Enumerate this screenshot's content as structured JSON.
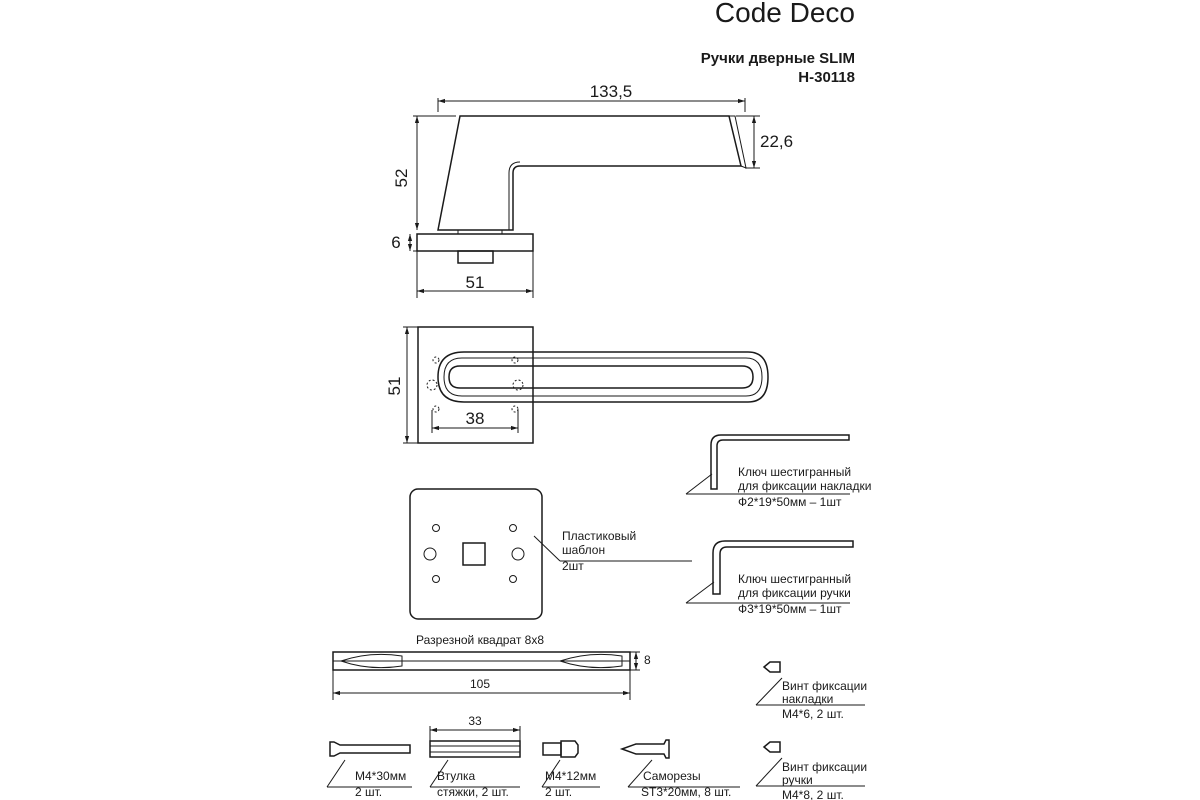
{
  "brand": "Code Deco",
  "title_line1": "Ручки дверные SLIM",
  "title_line2": "H-30118",
  "side_view": {
    "length": "133,5",
    "height": "52",
    "tip_height": "22,6",
    "rosette_thickness": "6",
    "rosette_width": "51"
  },
  "top_view": {
    "rosette_size": "51",
    "hole_spacing": "38"
  },
  "hex_key_1": {
    "line1": "Ключ шестигранный",
    "line2": "для фиксации накладки",
    "line3": "Ф2*19*50мм – 1шт"
  },
  "hex_key_2": {
    "line1": "Ключ шестигранный",
    "line2": "для фиксации ручки",
    "line3": "Ф3*19*50мм – 1шт"
  },
  "template": {
    "line1": "Пластиковый",
    "line2": "шаблон",
    "line3": "2шт"
  },
  "spindle": {
    "title": "Разрезной квадрат 8x8",
    "height": "8",
    "length": "105"
  },
  "screw_rosette": {
    "line1": "Винт фиксации",
    "line2": "накладки",
    "line3": "M4*6, 2 шт."
  },
  "screw_handle": {
    "line1": "Винт фиксации",
    "line2": "ручки",
    "line3": "M4*8, 2 шт."
  },
  "bolt_m4x30": {
    "line1": "M4*30мм",
    "line2": "2 шт."
  },
  "sleeve": {
    "length": "33",
    "line1": "Втулка",
    "line2": "стяжки, 2 шт."
  },
  "bolt_m4x12": {
    "line1": "M4*12мм",
    "line2": "2 шт."
  },
  "self_tapping": {
    "line1": "Саморезы",
    "line2": "ST3*20мм, 8 шт."
  }
}
